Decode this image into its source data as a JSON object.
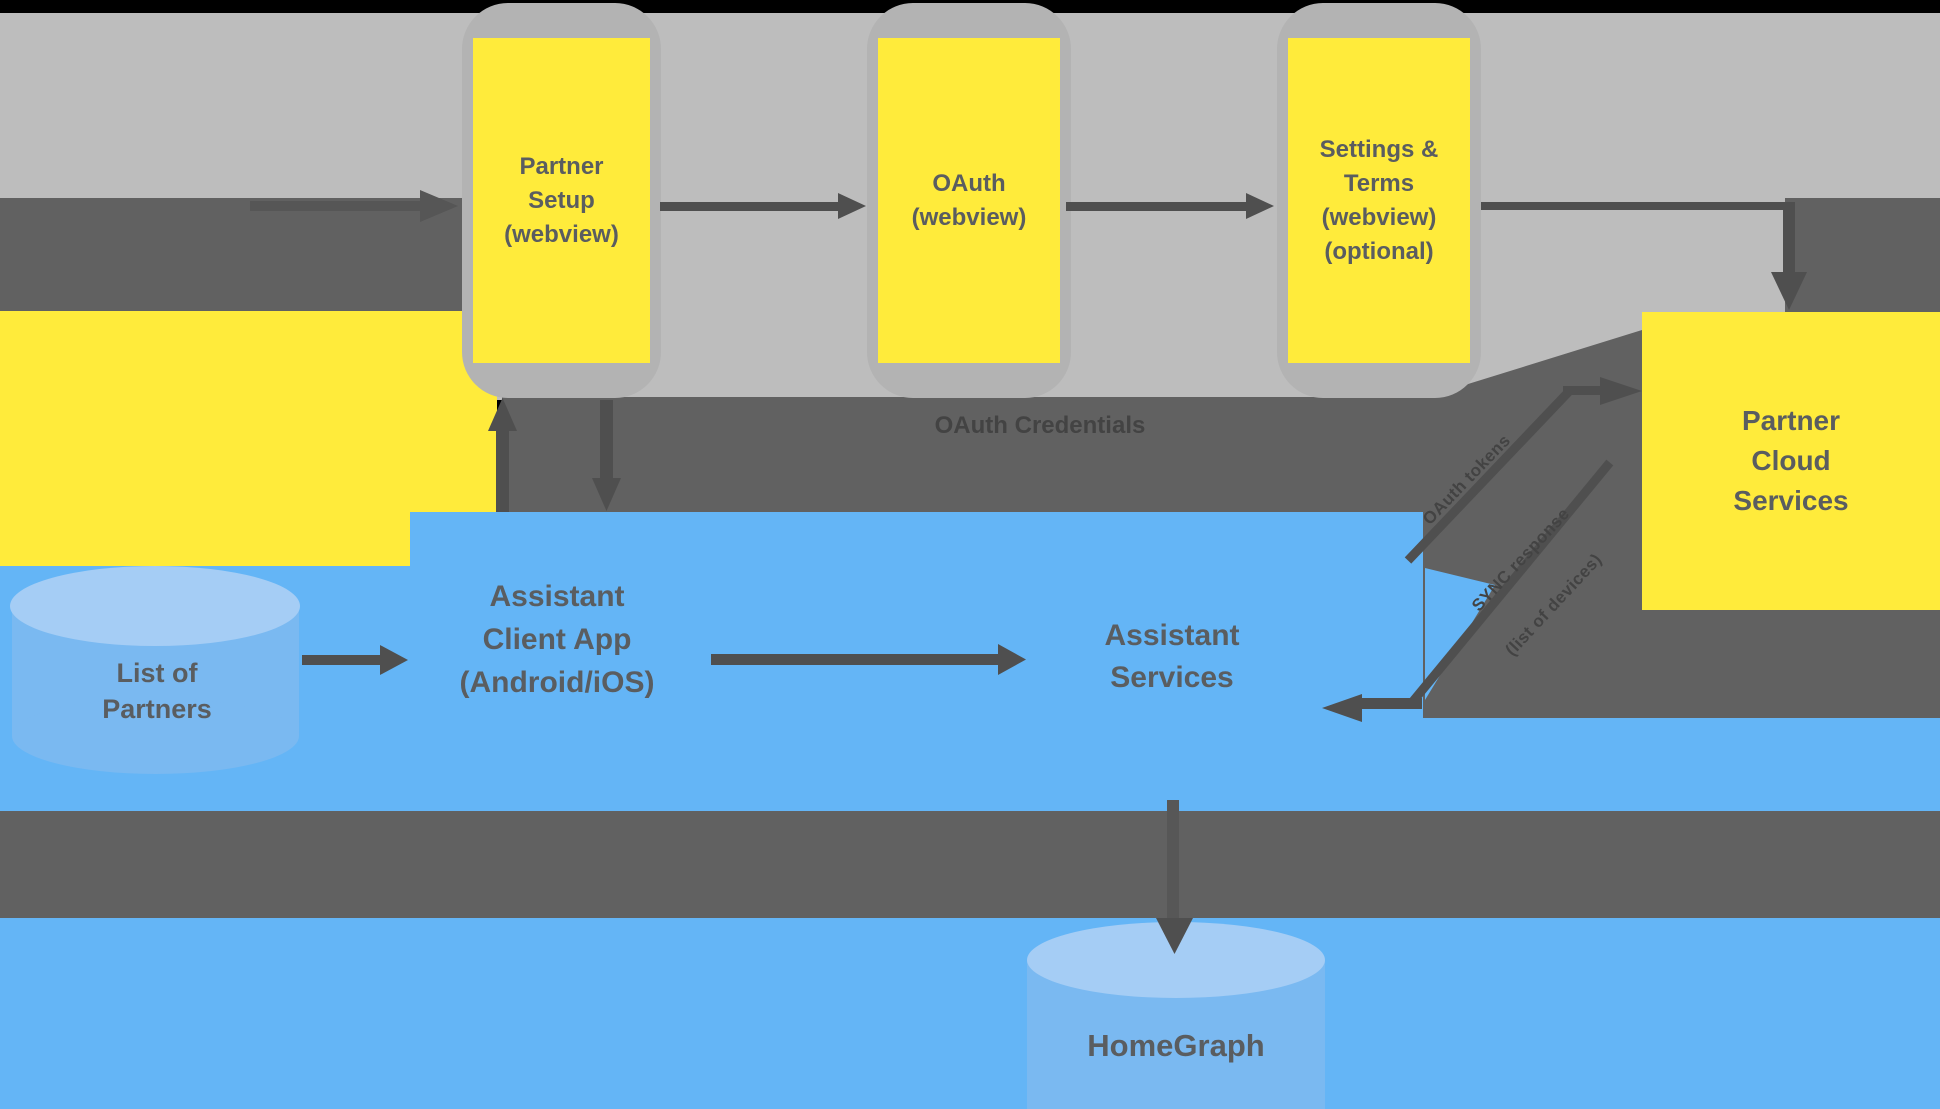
{
  "colors": {
    "canvas_bg": "#000000",
    "band_light": "#bdbdbd",
    "phone_frame": "#b3b3b3",
    "dark": "#616161",
    "arrow_dark": "#4f4f4f",
    "yellow": "#ffeb3b",
    "blue": "#64b5f6",
    "blue_light": "#a5cdf5",
    "blue_mid": "#7ab9f1",
    "text_dark": "#5a5d60",
    "text_on_dark": "#434343"
  },
  "phones": [
    {
      "label": "Partner\nSetup\n(webview)"
    },
    {
      "label": "OAuth\n(webview)"
    },
    {
      "label": "Settings &\nTerms\n(webview)\n(optional)"
    }
  ],
  "partner_cloud": {
    "label": "Partner\nCloud\nServices"
  },
  "assistant_app": {
    "label": "Assistant\nClient App\n(Android/iOS)"
  },
  "assistant_services": {
    "label": "Assistant\nServices"
  },
  "list_of_partners": {
    "label": "List of\nPartners"
  },
  "homegraph": {
    "label": "HomeGraph"
  },
  "annotations": {
    "oauth_credentials": "OAuth Credentials",
    "diag_upper": "OAuth tokens",
    "diag_lower_1": "SYNC response",
    "diag_lower_2": "(list of devices)"
  }
}
